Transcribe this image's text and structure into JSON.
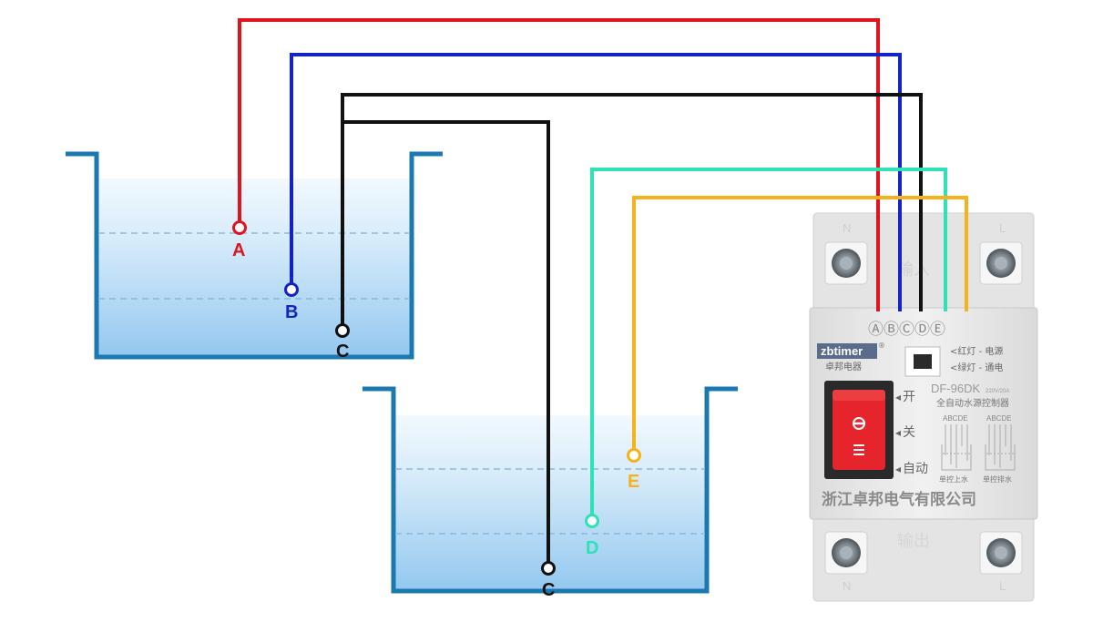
{
  "colors": {
    "wire_a": "#e0141e",
    "wire_b": "#1423c8",
    "wire_c": "#111111",
    "wire_d": "#2de3b5",
    "wire_e": "#f5b21a",
    "tank_wall": "#1b78b0",
    "water_top": "#e8f4fd",
    "water_bottom": "#9fd0f2",
    "device_body": "#e9e9e9",
    "switch_red": "#e5252b"
  },
  "probes": {
    "a": "A",
    "b": "B",
    "c_upper": "C",
    "c_lower": "C",
    "d": "D",
    "e": "E"
  },
  "device": {
    "terminals": "ⒶⒷⒸⒹⒺ",
    "brand": "zbtimer",
    "brand_reg": "®",
    "brand_cn": "卓邦电器",
    "indicator_red": "<红灯 - 电源",
    "indicator_green": "<绿灯 - 通电",
    "model": "DF-96DK",
    "rating": "220V/20A",
    "product_name": "全自动水源控制器",
    "switch_on": "开",
    "switch_off": "关",
    "switch_auto": "自动",
    "wiring_letters_left": "ABCDE",
    "wiring_letters_right": "ABCDE",
    "mode_up": "单控上水",
    "mode_drain": "单控排水",
    "company": "浙江卓邦电气有限公司",
    "top_left_mark": "N",
    "top_right_mark": "L",
    "bottom_left_mark": "N",
    "bottom_right_mark": "L",
    "input_label": "输入",
    "output_label": "输出"
  }
}
